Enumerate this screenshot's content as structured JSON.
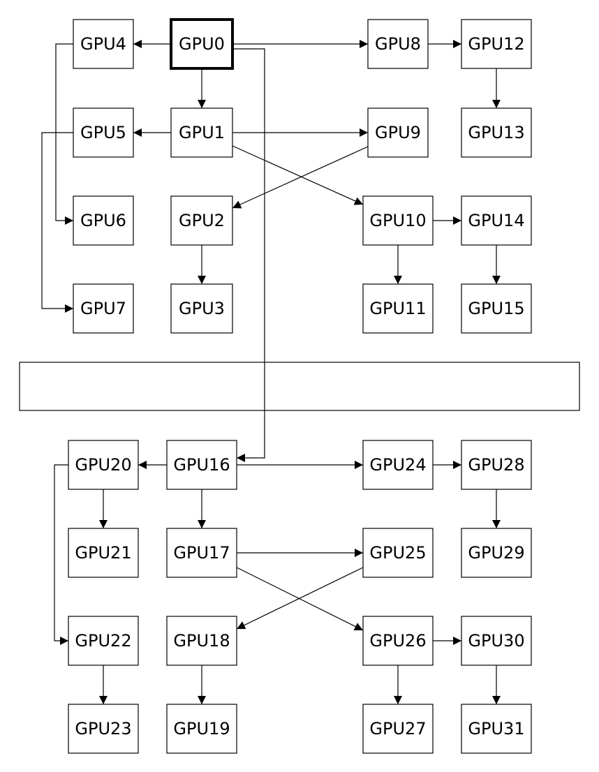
{
  "nodes": [
    {
      "id": "gpu0",
      "label": "GPU0",
      "root": true
    },
    {
      "id": "gpu1",
      "label": "GPU1"
    },
    {
      "id": "gpu2",
      "label": "GPU2"
    },
    {
      "id": "gpu3",
      "label": "GPU3"
    },
    {
      "id": "gpu4",
      "label": "GPU4"
    },
    {
      "id": "gpu5",
      "label": "GPU5"
    },
    {
      "id": "gpu6",
      "label": "GPU6"
    },
    {
      "id": "gpu7",
      "label": "GPU7"
    },
    {
      "id": "gpu8",
      "label": "GPU8"
    },
    {
      "id": "gpu9",
      "label": "GPU9"
    },
    {
      "id": "gpu10",
      "label": "GPU10"
    },
    {
      "id": "gpu11",
      "label": "GPU11"
    },
    {
      "id": "gpu12",
      "label": "GPU12"
    },
    {
      "id": "gpu13",
      "label": "GPU13"
    },
    {
      "id": "gpu14",
      "label": "GPU14"
    },
    {
      "id": "gpu15",
      "label": "GPU15"
    },
    {
      "id": "gpu16",
      "label": "GPU16"
    },
    {
      "id": "gpu17",
      "label": "GPU17"
    },
    {
      "id": "gpu18",
      "label": "GPU18"
    },
    {
      "id": "gpu19",
      "label": "GPU19"
    },
    {
      "id": "gpu20",
      "label": "GPU20"
    },
    {
      "id": "gpu21",
      "label": "GPU21"
    },
    {
      "id": "gpu22",
      "label": "GPU22"
    },
    {
      "id": "gpu23",
      "label": "GPU23"
    },
    {
      "id": "gpu24",
      "label": "GPU24"
    },
    {
      "id": "gpu25",
      "label": "GPU25"
    },
    {
      "id": "gpu26",
      "label": "GPU26"
    },
    {
      "id": "gpu27",
      "label": "GPU27"
    },
    {
      "id": "gpu28",
      "label": "GPU28"
    },
    {
      "id": "gpu29",
      "label": "GPU29"
    },
    {
      "id": "gpu30",
      "label": "GPU30"
    },
    {
      "id": "gpu31",
      "label": "GPU31"
    }
  ],
  "edges": [
    {
      "from": "gpu0",
      "to": "gpu4"
    },
    {
      "from": "gpu0",
      "to": "gpu1"
    },
    {
      "from": "gpu0",
      "to": "gpu8"
    },
    {
      "from": "gpu0",
      "to": "gpu16"
    },
    {
      "from": "gpu8",
      "to": "gpu12"
    },
    {
      "from": "gpu12",
      "to": "gpu13"
    },
    {
      "from": "gpu4",
      "to": "gpu6"
    },
    {
      "from": "gpu1",
      "to": "gpu5"
    },
    {
      "from": "gpu1",
      "to": "gpu9"
    },
    {
      "from": "gpu1",
      "to": "gpu10"
    },
    {
      "from": "gpu5",
      "to": "gpu7"
    },
    {
      "from": "gpu9",
      "to": "gpu2"
    },
    {
      "from": "gpu2",
      "to": "gpu3"
    },
    {
      "from": "gpu10",
      "to": "gpu14"
    },
    {
      "from": "gpu10",
      "to": "gpu11"
    },
    {
      "from": "gpu14",
      "to": "gpu15"
    },
    {
      "from": "gpu16",
      "to": "gpu20"
    },
    {
      "from": "gpu16",
      "to": "gpu17"
    },
    {
      "from": "gpu16",
      "to": "gpu24"
    },
    {
      "from": "gpu24",
      "to": "gpu28"
    },
    {
      "from": "gpu28",
      "to": "gpu29"
    },
    {
      "from": "gpu20",
      "to": "gpu21"
    },
    {
      "from": "gpu20",
      "to": "gpu22"
    },
    {
      "from": "gpu22",
      "to": "gpu23"
    },
    {
      "from": "gpu17",
      "to": "gpu25"
    },
    {
      "from": "gpu17",
      "to": "gpu26"
    },
    {
      "from": "gpu25",
      "to": "gpu18"
    },
    {
      "from": "gpu18",
      "to": "gpu19"
    },
    {
      "from": "gpu26",
      "to": "gpu30"
    },
    {
      "from": "gpu26",
      "to": "gpu27"
    },
    {
      "from": "gpu30",
      "to": "gpu31"
    }
  ],
  "separator_label": "",
  "colors": {
    "stroke": "#000000",
    "fill": "#ffffff"
  }
}
